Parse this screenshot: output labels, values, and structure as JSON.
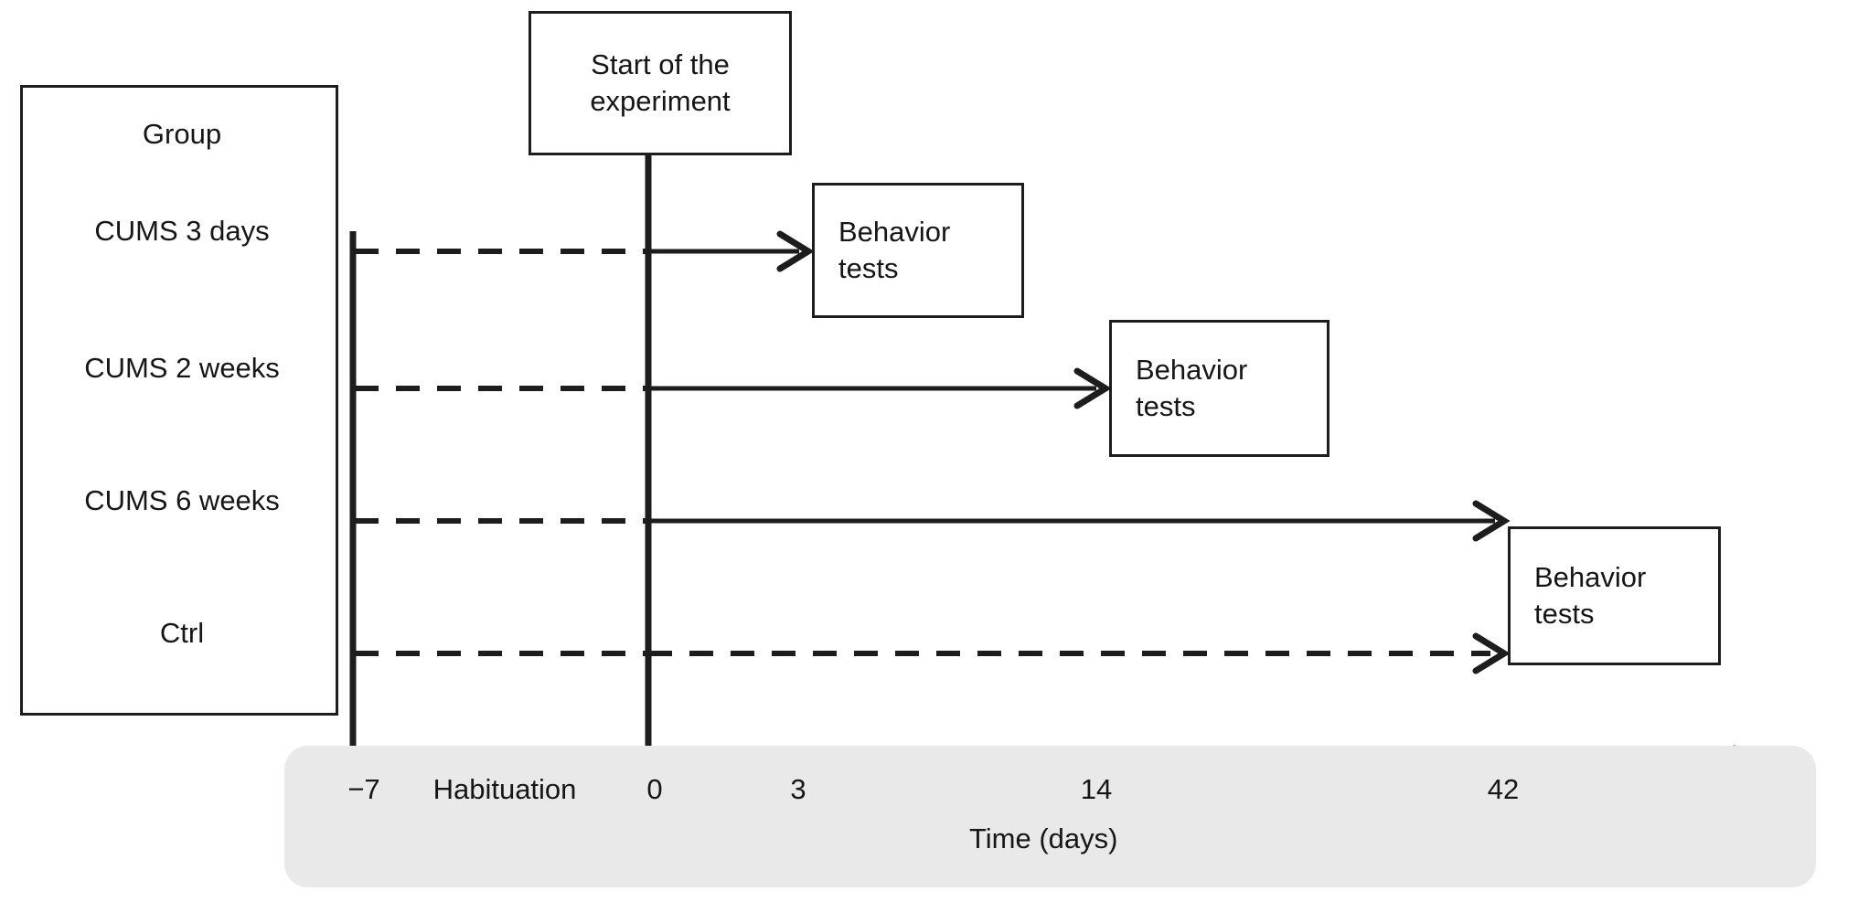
{
  "figure": {
    "type": "experimental-timeline-diagram",
    "background_color": "#ffffff",
    "line_color": "#1d1d1d",
    "strip_color": "#e9e9e9"
  },
  "group_box": {
    "header": "Group",
    "items": [
      {
        "label": "Group"
      },
      {
        "label": "CUMS 3 days"
      },
      {
        "label": "CUMS 2 weeks"
      },
      {
        "label": "CUMS 6 weeks"
      },
      {
        "label": "Ctrl"
      }
    ]
  },
  "milestone": {
    "start_label": "Start of the\nexperiment"
  },
  "behavior_boxes": [
    {
      "label": "Behavior\ntests"
    },
    {
      "label": "Behavior\ntests"
    },
    {
      "label": "Behavior\ntests"
    }
  ],
  "axis": {
    "caption": "Time (days)",
    "habituation_label": "Habituation",
    "ticks": [
      {
        "value": "−7",
        "x": 398
      },
      {
        "value": "0",
        "x": 689
      },
      {
        "value": "3",
        "x": 859
      },
      {
        "value": "14",
        "x": 1178
      },
      {
        "value": "42",
        "x": 1620
      }
    ]
  },
  "chart_data": {
    "type": "timeline",
    "title": "",
    "xlabel": "Time (days)",
    "xlim": [
      -7,
      48
    ],
    "x_ticks": [
      -7,
      0,
      3,
      14,
      42
    ],
    "x_tick_labels": [
      "−7",
      "0",
      "3",
      "14",
      "42"
    ],
    "phase_label": "Habituation",
    "phase_range": [
      -7,
      0
    ],
    "rows": [
      {
        "group": "CUMS 3 days",
        "habituation": {
          "from": -7,
          "to": 0,
          "style": "dashed"
        },
        "treatment": {
          "from": 0,
          "to": 3,
          "style": "solid",
          "arrow": true
        },
        "endpoint": "Behavior tests",
        "endpoint_day": 3
      },
      {
        "group": "CUMS 2 weeks",
        "habituation": {
          "from": -7,
          "to": 0,
          "style": "dashed"
        },
        "treatment": {
          "from": 0,
          "to": 14,
          "style": "solid",
          "arrow": true
        },
        "endpoint": "Behavior tests",
        "endpoint_day": 14
      },
      {
        "group": "CUMS 6 weeks",
        "habituation": {
          "from": -7,
          "to": 0,
          "style": "dashed"
        },
        "treatment": {
          "from": 0,
          "to": 42,
          "style": "solid",
          "arrow": true
        },
        "endpoint": "Behavior tests",
        "endpoint_day": 42
      },
      {
        "group": "Ctrl",
        "habituation": {
          "from": -7,
          "to": 0,
          "style": "dashed"
        },
        "treatment": {
          "from": 0,
          "to": 42,
          "style": "dashed",
          "arrow": true
        },
        "endpoint": "Behavior tests",
        "endpoint_day": 42
      }
    ],
    "annotations": [
      {
        "text": "Start of the experiment",
        "day": 0
      }
    ]
  }
}
